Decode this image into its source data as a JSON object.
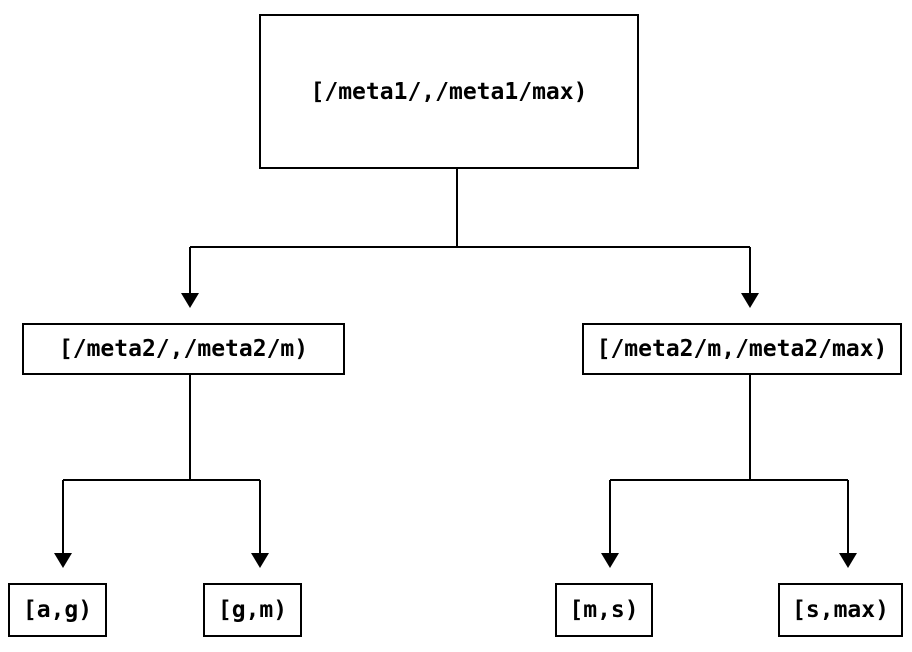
{
  "diagram": {
    "type": "tree",
    "background_color": "#ffffff",
    "line_color": "#000000",
    "nodes": {
      "root": {
        "label": "[/meta1/,/meta1/max)"
      },
      "left": {
        "label": "[/meta2/,/meta2/m)"
      },
      "right": {
        "label": "[/meta2/m,/meta2/max)"
      },
      "leaf_ag": {
        "label": "[a,g)"
      },
      "leaf_gm": {
        "label": "[g,m)"
      },
      "leaf_ms": {
        "label": "[m,s)"
      },
      "leaf_smax": {
        "label": "[s,max)"
      }
    },
    "edges": [
      {
        "from": "root",
        "to": "left"
      },
      {
        "from": "root",
        "to": "right"
      },
      {
        "from": "left",
        "to": "leaf_ag"
      },
      {
        "from": "left",
        "to": "leaf_gm"
      },
      {
        "from": "right",
        "to": "leaf_ms"
      },
      {
        "from": "right",
        "to": "leaf_smax"
      }
    ]
  }
}
